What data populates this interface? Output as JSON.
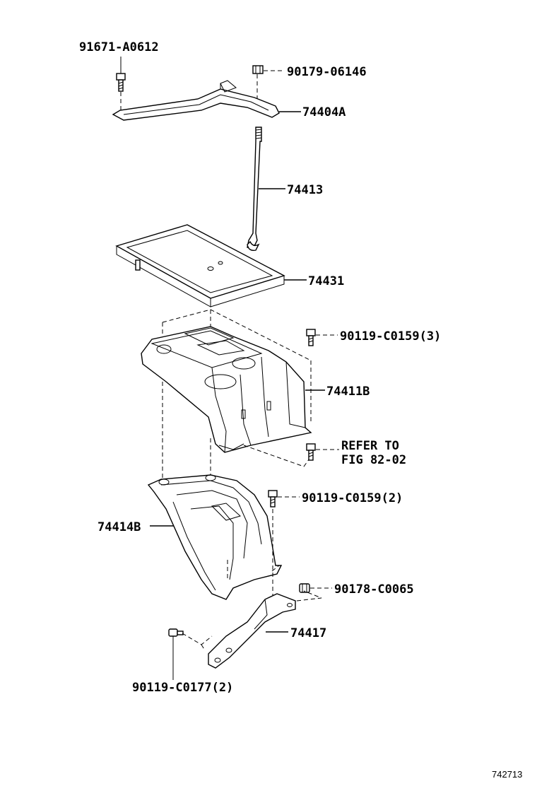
{
  "parts": {
    "bolt_top": "91671-A0612",
    "nut_top": "90179-06146",
    "clamp": "74404A",
    "rod": "74413",
    "tray": "74431",
    "bolt_carrier": "90119-C0159(3)",
    "carrier": "74411B",
    "refer_line1": "REFER TO",
    "refer_line2": "FIG 82-02",
    "bolt_insulator": "90119-C0159(2)",
    "insulator": "74414B",
    "nut_bracket": "90178-C0065",
    "bracket": "74417",
    "bolt_bracket": "90119-C0177(2)"
  },
  "figure_number": "742713"
}
